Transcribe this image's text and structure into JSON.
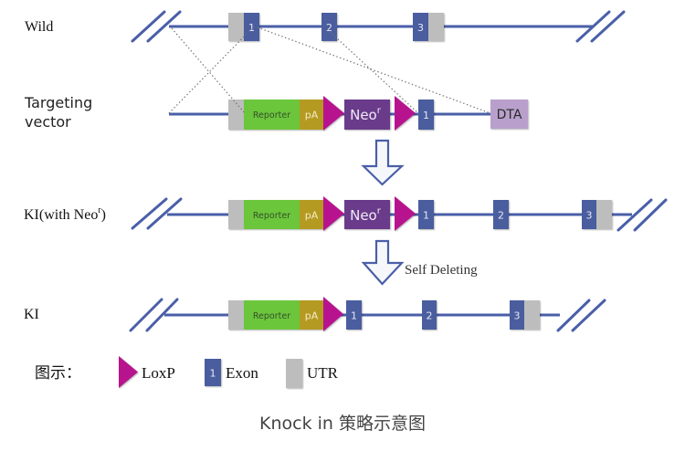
{
  "colors": {
    "line": "#4a5fa8",
    "exon": "#4a5d9e",
    "utr": "#bdbdbd",
    "reporter": "#6cc63c",
    "pa": "#b59a22",
    "loxp": "#b8138f",
    "neo": "#6a3b8a",
    "dta": "#b9a0cc"
  },
  "rows": {
    "wild": {
      "label": "Wild",
      "exons": [
        "1",
        "2",
        "3"
      ]
    },
    "targeting": {
      "label_line1": "Targeting",
      "label_line2": "vector",
      "reporter": "Reporter",
      "pa": "pA",
      "neo": "Neo",
      "neo_sup": "r",
      "exons": [
        "1"
      ],
      "dta": "DTA"
    },
    "ki_neo": {
      "label": "KI(with Neo",
      "label_sup": "r",
      "label_end": ")",
      "reporter": "Reporter",
      "pa": "pA",
      "neo": "Neo",
      "neo_sup": "r",
      "exons": [
        "1",
        "2",
        "3"
      ]
    },
    "ki": {
      "label": "KI",
      "reporter": "Reporter",
      "pa": "pA",
      "exons": [
        "1",
        "2",
        "3"
      ]
    }
  },
  "arrows": {
    "self_deleting": "Self Deleting"
  },
  "legend": {
    "title": "图示：",
    "loxp": "LoxP",
    "exon_number": "1",
    "exon": "Exon",
    "utr": "UTR"
  },
  "caption": "Knock in 策略示意图"
}
